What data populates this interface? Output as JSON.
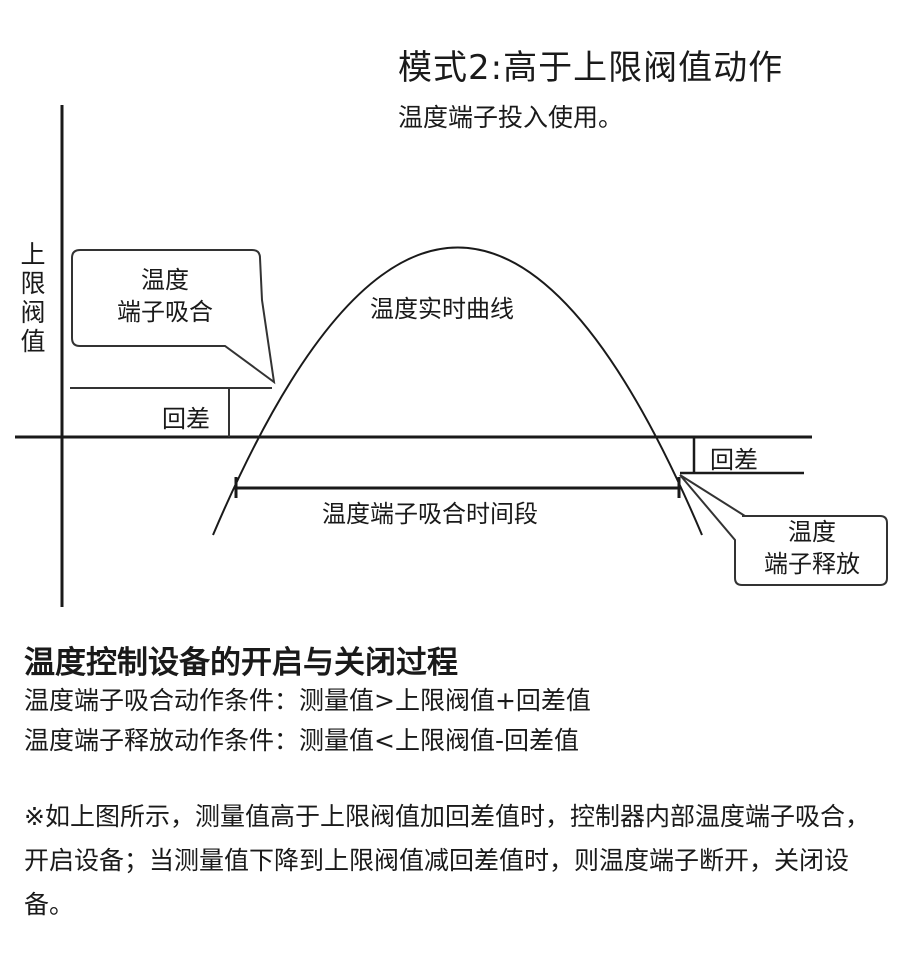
{
  "header": {
    "title": "模式2:高于上限阀值动作",
    "subtitle": "温度端子投入使用。"
  },
  "diagram": {
    "y_axis_label": "上限阀值",
    "callout_close": {
      "line1": "温度",
      "line2": "端子吸合"
    },
    "curve_label": "温度实时曲线",
    "hysteresis_left": "回差",
    "hysteresis_right": "回差",
    "period_label": "温度端子吸合时间段",
    "callout_release": {
      "line1": "温度",
      "line2": "端子释放"
    },
    "line_color": "#1a1a1a"
  },
  "section": {
    "title": "温度控制设备的开启与关闭过程",
    "condition_close": "温度端子吸合动作条件：测量值>上限阀值+回差值",
    "condition_release": "温度端子释放动作条件：测量值<上限阀值-回差值"
  },
  "note": {
    "text": "※如上图所示，测量值高于上限阀值加回差值时，控制器内部温度端子吸合，开启设备；当测量值下降到上限阀值减回差值时，则温度端子断开，关闭设备。"
  }
}
